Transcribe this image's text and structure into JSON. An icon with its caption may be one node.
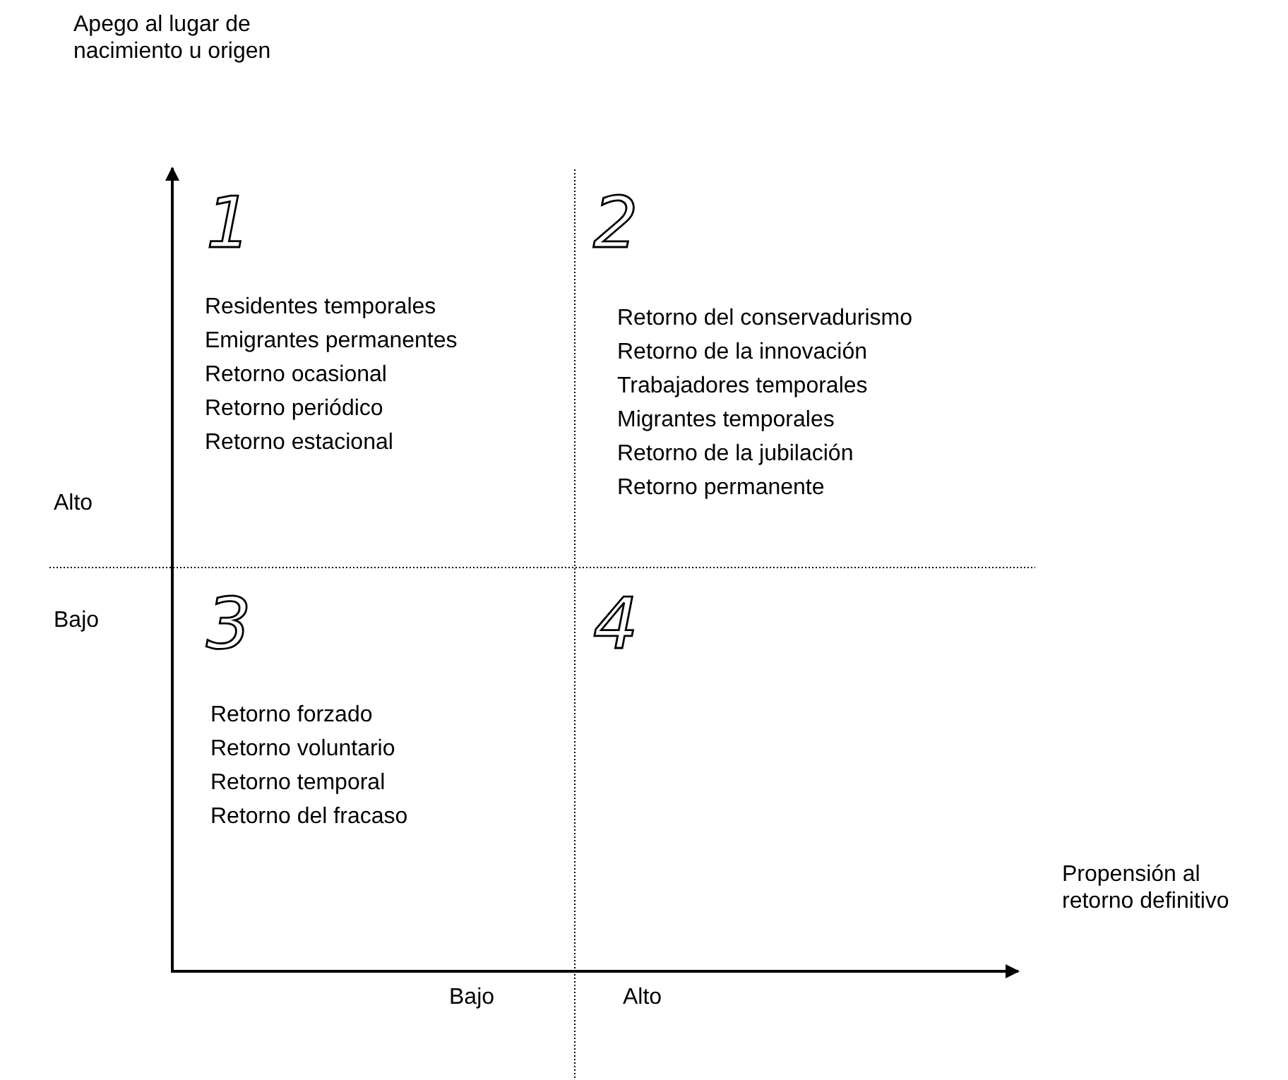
{
  "diagram": {
    "labels": [
      "Apego al lugar de nacimiento u origen",
      "1",
      "2",
      "Residentes temporales",
      "Emigrantes permanentes",
      "Retorno ocasional",
      "Retorno periódico",
      "Retorno estacional",
      "Retorno del conservadurismo",
      "Retorno de la innovación",
      "Trabajadores temporales",
      "Migrantes temporales",
      "Retorno de la jubilación",
      "Retorno permanente",
      "Alto",
      "Bajo",
      "3",
      "4",
      "Retorno forzado",
      "Retorno voluntario",
      "Retorno temporal",
      "Retorno del fracaso",
      "Propensión al retorno definitivo",
      "Bajo",
      "Alto"
    ]
  }
}
